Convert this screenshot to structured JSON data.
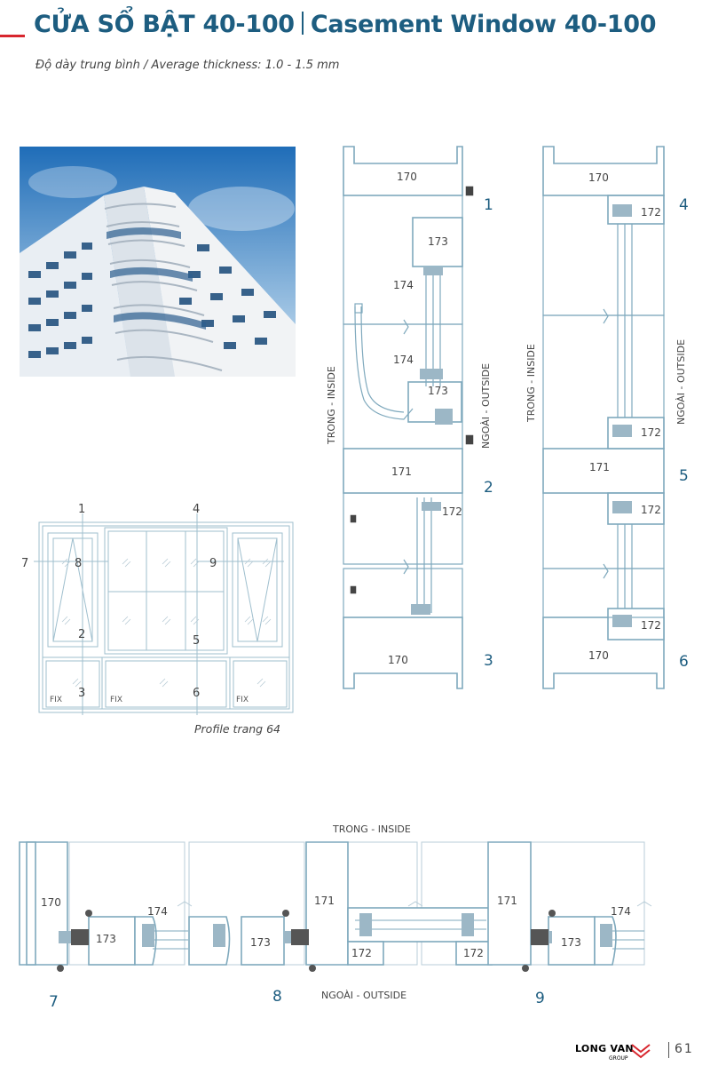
{
  "header": {
    "title_vn": "CỬA SỔ BẬT 40-100",
    "title_en": "Casement Window 40-100",
    "subtitle": "Độ dày trung bình / Average thickness: 1.0 - 1.5 mm"
  },
  "colors": {
    "brand_blue": "#1d5d80",
    "accent_red": "#d8262e",
    "drawing_line": "#7fa9bd"
  },
  "elevation": {
    "numbers": [
      "1",
      "4",
      "7",
      "8",
      "9",
      "2",
      "5",
      "3",
      "6"
    ],
    "fix_labels": [
      "FIX",
      "FIX",
      "FIX"
    ],
    "caption": "Profile trang 64"
  },
  "vertical_sections": {
    "left": {
      "labels": [
        "170",
        "173",
        "174",
        "174",
        "173",
        "171",
        "172",
        "170"
      ],
      "inside": "TRONG - INSIDE",
      "outside": "NGOÀI - OUTSIDE",
      "callouts": [
        "1",
        "2",
        "3"
      ]
    },
    "right": {
      "labels": [
        "170",
        "172",
        "172",
        "171",
        "172",
        "172",
        "170"
      ],
      "inside": "TRONG - INSIDE",
      "outside": "NGOÀI - OUTSIDE",
      "callouts": [
        "4",
        "5",
        "6"
      ]
    }
  },
  "horizontal_section": {
    "inside": "TRONG - INSIDE",
    "outside": "NGOÀI - OUTSIDE",
    "labels": [
      "170",
      "174",
      "173",
      "173",
      "171",
      "172",
      "172",
      "171",
      "174",
      "173"
    ],
    "callouts": [
      "7",
      "8",
      "9"
    ]
  },
  "footer": {
    "logo_text": "LONG VAN",
    "logo_sub": "GROUP",
    "page": "61"
  }
}
